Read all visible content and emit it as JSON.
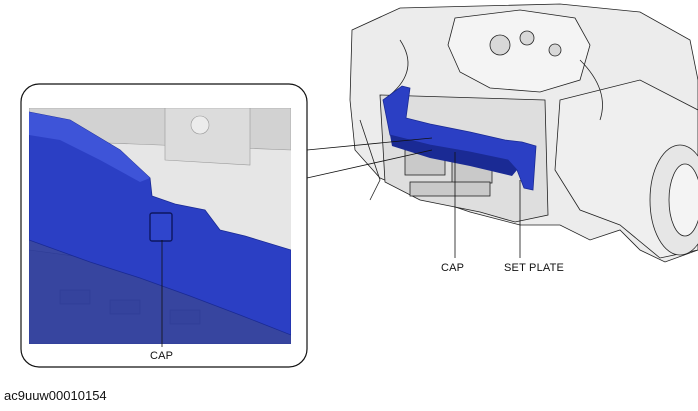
{
  "labels": {
    "cap_main": "CAP",
    "set_plate": "SET PLATE",
    "cap_detail": "CAP"
  },
  "figure_code": "ac9uuw00010154",
  "colors": {
    "highlight_blue": "#2b3fc4",
    "highlight_blue_dark": "#1a2a94",
    "line": "#111111",
    "grey_part": "#e4e4e4",
    "grey_shade": "#bfbfbf"
  }
}
